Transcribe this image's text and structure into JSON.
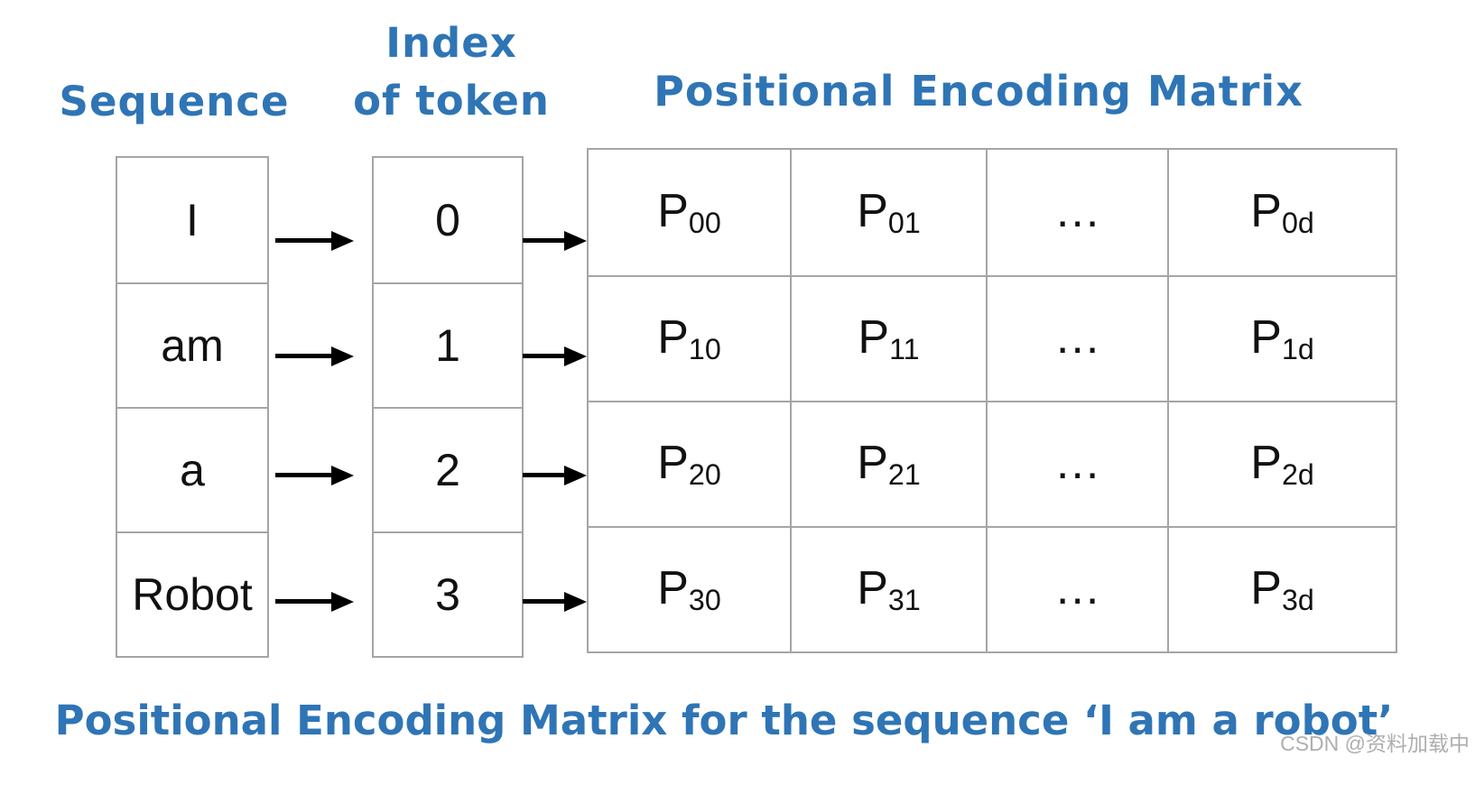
{
  "headers": {
    "sequence": "Sequence",
    "index_line1": "Index",
    "index_line2": "of token",
    "matrix": "Positional Encoding Matrix"
  },
  "sequence_tokens": [
    "I",
    "am",
    "a",
    "Robot"
  ],
  "token_indices": [
    "0",
    "1",
    "2",
    "3"
  ],
  "matrix_cells": [
    [
      {
        "base": "P",
        "sub": "00"
      },
      {
        "base": "P",
        "sub": "01"
      },
      {
        "base": "…",
        "sub": ""
      },
      {
        "base": "P",
        "sub": "0d"
      }
    ],
    [
      {
        "base": "P",
        "sub": "10"
      },
      {
        "base": "P",
        "sub": "11"
      },
      {
        "base": "…",
        "sub": ""
      },
      {
        "base": "P",
        "sub": "1d"
      }
    ],
    [
      {
        "base": "P",
        "sub": "20"
      },
      {
        "base": "P",
        "sub": "21"
      },
      {
        "base": "…",
        "sub": ""
      },
      {
        "base": "P",
        "sub": "2d"
      }
    ],
    [
      {
        "base": "P",
        "sub": "30"
      },
      {
        "base": "P",
        "sub": "31"
      },
      {
        "base": "…",
        "sub": ""
      },
      {
        "base": "P",
        "sub": "3d"
      }
    ]
  ],
  "caption": "Positional Encoding Matrix for the sequence ‘I am a robot’",
  "watermark": "CSDN @资料加载中",
  "icons": {
    "arrow": "right-arrow"
  },
  "colors": {
    "accent_blue": "#2f75b5",
    "table_border": "#a5a5a5",
    "cell_text": "#111111",
    "arrow_black": "#000000",
    "watermark_gray": "#aeaeae"
  }
}
